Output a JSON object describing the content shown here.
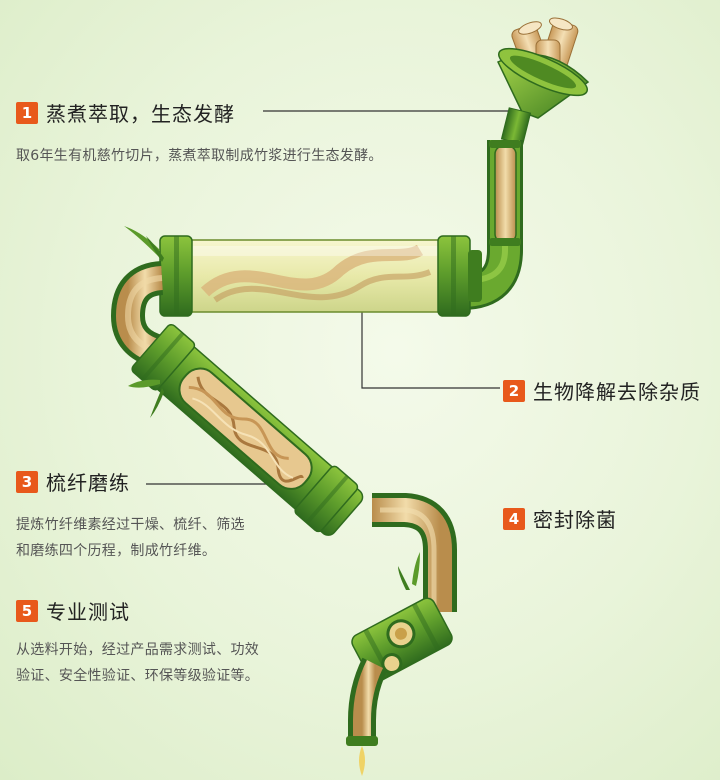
{
  "steps": [
    {
      "number": "1",
      "title": "蒸煮萃取，生态发酵",
      "lines": [
        "取6年生有机慈竹切片，蒸煮萃取制成竹浆进行生态发酵。"
      ]
    },
    {
      "number": "2",
      "title": "生物降解去除杂质",
      "lines": []
    },
    {
      "number": "3",
      "title": "梳纤磨练",
      "lines": [
        "提炼竹纤维素经过干燥、梳纤、筛选",
        "和磨练四个历程，制成竹纤维。"
      ]
    },
    {
      "number": "4",
      "title": "密封除菌",
      "lines": []
    },
    {
      "number": "5",
      "title": "专业测试",
      "lines": [
        "从选料开始，经过产品需求测试、功效",
        "验证、安全性验证、环保等级验证等。"
      ]
    }
  ],
  "icons": {
    "funnel": "bamboo-funnel-icon",
    "tank": "fermentation-tank-icon",
    "fiber": "fiber-tube-icon",
    "valve": "seal-valve-icon",
    "leaf": "bamboo-leaf-icon"
  },
  "colors": {
    "badge": "#e8591b",
    "bamboo_dark": "#2f6b1e",
    "bamboo_mid": "#5f9e2c",
    "bamboo_light": "#8cc43d",
    "pulp": "#e7c88f",
    "background": "#eaf5dc"
  }
}
